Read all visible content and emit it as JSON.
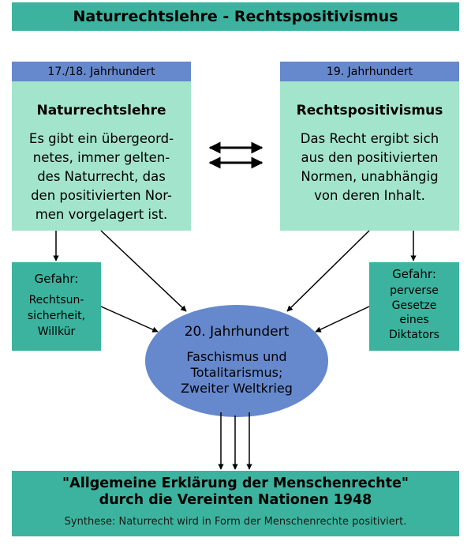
{
  "title": "Naturrechtslehre - Rechtspositivismus",
  "left": {
    "era": "17./18. Jahrhundert",
    "heading": "Naturrechtslehre",
    "text": "Es gibt ein übergeord-\nnetes, immer gelten-\ndes Naturrecht, das\nden positivierten Nor-\nmen vorgelagert ist.",
    "danger_heading": "Gefahr:",
    "danger_text": "Rechtsun-\nsicherheit,\nWillkür"
  },
  "right": {
    "era": "19. Jahrhundert",
    "heading": "Rechtspositivismus",
    "text": "Das Recht ergibt sich\naus den positivierten\nNormen, unabhängig\nvon deren Inhalt.",
    "danger_heading": "Gefahr:",
    "danger_text": "perverse\nGesetze\neines\nDiktators"
  },
  "center": {
    "heading": "20. Jahrhundert",
    "text": "Faschismus und\nTotalitarismus;\nZweiter Weltkrieg"
  },
  "result": {
    "title": "\"Allgemeine Erklärung der Menschenrechte\"\ndurch die Vereinten Nationen 1948",
    "synthesis": "Synthese: Naturrecht wird in Form der Menschenrechte positiviert."
  },
  "colors": {
    "teal": "#3cb39e",
    "mint": "#a3e4cd",
    "blue": "#6688cc"
  }
}
